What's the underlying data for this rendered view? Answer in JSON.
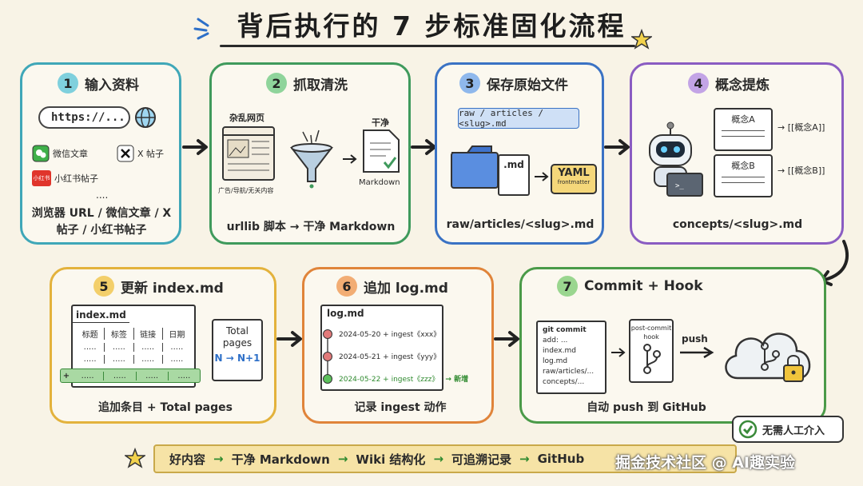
{
  "title": "背后执行的 7 步标准固化流程",
  "steps": [
    {
      "num": "1",
      "label": "输入资料",
      "footer": "浏览器 URL / 微信文章 / X 帖子 / 小红书帖子",
      "url": "https://...",
      "sources": [
        "微信文章",
        "X 帖子",
        "小红书帖子"
      ],
      "more": "....",
      "xhs_badge": "小红书"
    },
    {
      "num": "2",
      "label": "抓取清洗",
      "footer": "urllib 脚本 → 干净 Markdown",
      "messy": "杂乱网页",
      "messy_sub": "广告/导航/无关内容",
      "clean": "干净",
      "clean_sub": "Markdown"
    },
    {
      "num": "3",
      "label": "保存原始文件",
      "footer": "raw/articles/<slug>.md",
      "path_tag": "raw / articles / <slug>.md",
      "md": ".md",
      "yaml": "YAML",
      "yaml_sub": "frontmatter"
    },
    {
      "num": "4",
      "label": "概念提炼",
      "footer": "concepts/<slug>.md",
      "concept_a": "概念A",
      "concept_b": "概念B",
      "link_a": "→ [[概念A]]",
      "link_b": "→ [[概念B]]"
    },
    {
      "num": "5",
      "label": "更新 index.md",
      "footer": "追加条目 + Total pages",
      "file": "index.md",
      "cols": [
        "标题",
        "标签",
        "链接",
        "日期"
      ],
      "cell": ".....",
      "plus": "+",
      "total_lines": [
        "Total",
        "pages"
      ],
      "total_change": "N → N+1"
    },
    {
      "num": "6",
      "label": "追加 log.md",
      "footer": "记录 ingest 动作",
      "file": "log.md",
      "entries": [
        "2024-05-20 + ingest《xxx》",
        "2024-05-21 + ingest《yyy》",
        "2024-05-22 + ingest《zzz》"
      ],
      "new_label": "→ 新增"
    },
    {
      "num": "7",
      "label": "Commit + Hook",
      "footer": "自动 push 到 GitHub",
      "git_lines": [
        "git commit",
        "add: ...",
        "index.md",
        "log.md",
        "raw/articles/...",
        "concepts/..."
      ],
      "hook_lines": [
        "post-commit",
        "hook"
      ],
      "push": "push"
    }
  ],
  "badge": "无需人工介入",
  "banner": [
    "好内容",
    "干净 Markdown",
    "Wiki 结构化",
    "可追溯记录",
    "GitHub"
  ],
  "banner_arrow": "→",
  "watermark": "掘金技术社区 @ AI趣实验",
  "colors": {
    "s1": "#3fa7b8",
    "s2": "#3f9a5c",
    "s3": "#3a72c4",
    "s4": "#8a5cc2",
    "s5": "#e3b23c",
    "s6": "#e0843a",
    "s7": "#4a9a48",
    "bg": "#f8f3e6"
  }
}
